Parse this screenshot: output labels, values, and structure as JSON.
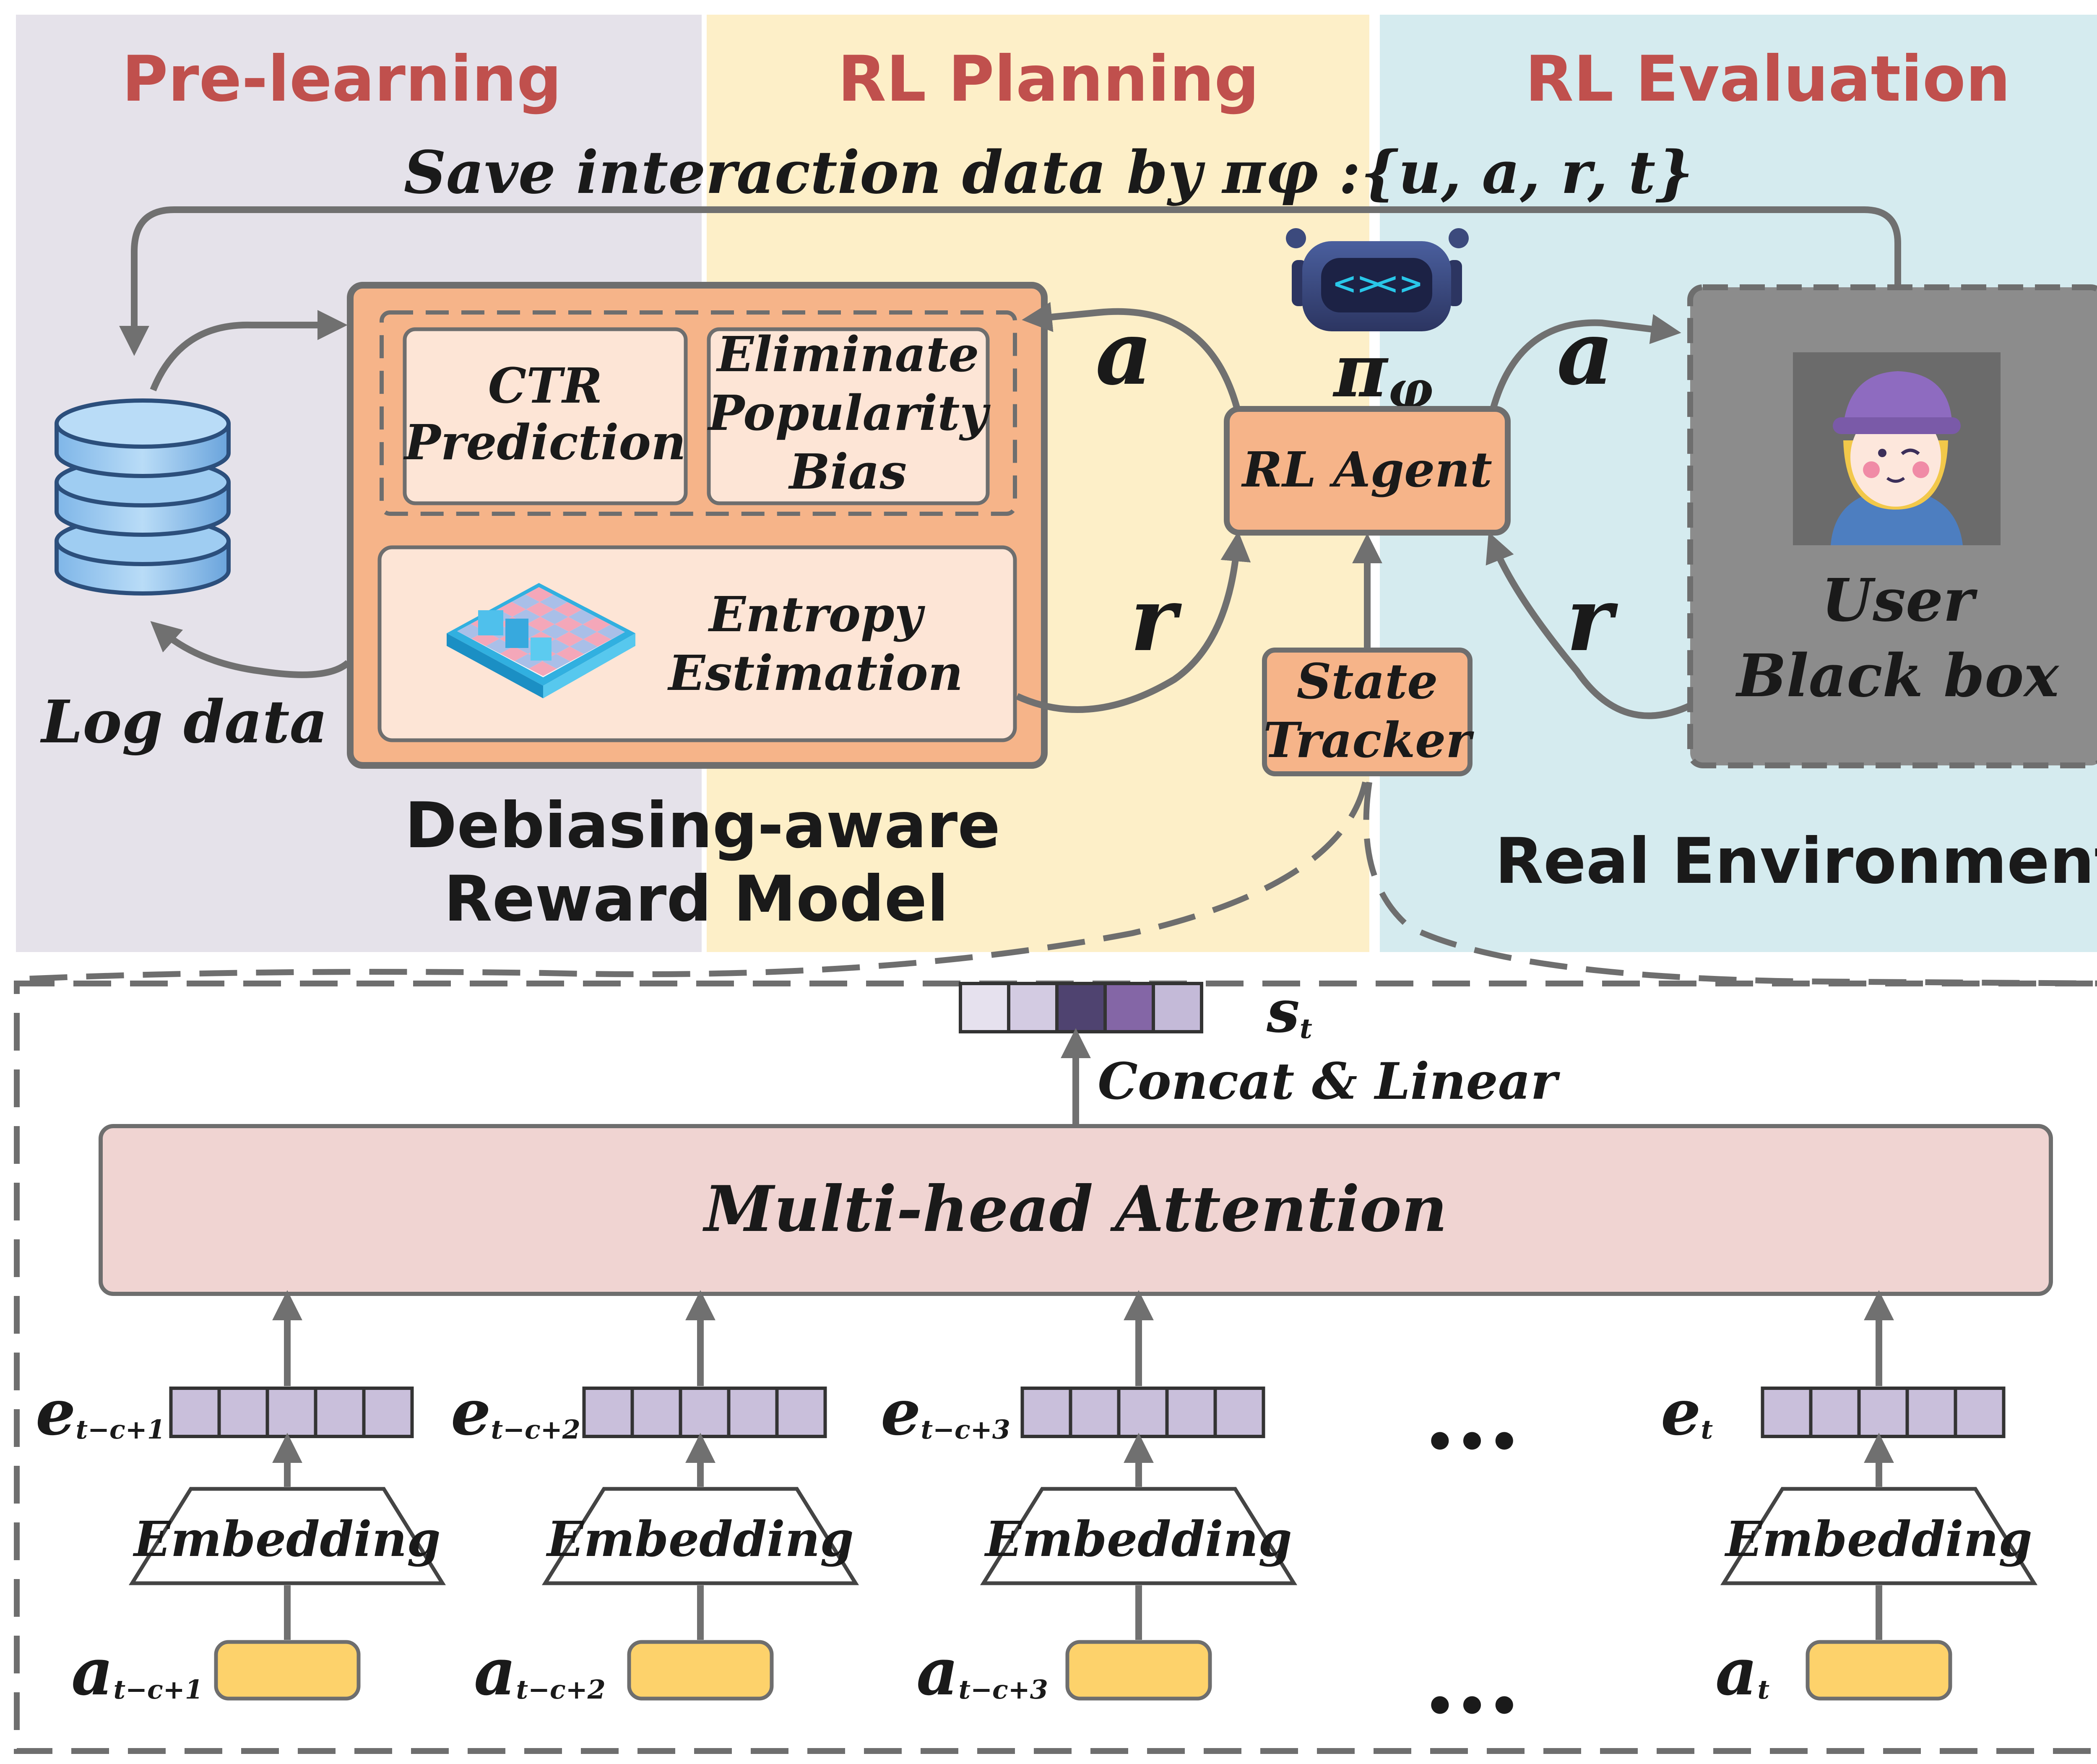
{
  "sections": {
    "pre_learning": "Pre-learning",
    "rl_planning": "RL Planning",
    "rl_evaluation": "RL Evaluation"
  },
  "colors": {
    "pre_learning_bg": "#e5e2ea",
    "rl_planning_bg": "#fdefc8",
    "rl_evaluation_bg": "#d5ebef",
    "section_title": "#c0504d",
    "reward_model_fill": "#f6b489",
    "agent_fill": "#f6b489",
    "attention_fill": "#f0d4d2",
    "action_item_fill": "#fdd26b",
    "embedding_cell": "#c9bfdb",
    "user_box_fill": "#8c8c8c"
  },
  "top_caption": "Save interaction data by πφ :{u, a, r, t}",
  "log_data_label": "Log data",
  "reward_model": {
    "ctr_line1": "CTR",
    "ctr_line2": "Prediction",
    "bias_line1": "Eliminate",
    "bias_line2": "Popularity",
    "bias_line3": "Bias",
    "entropy_line1": "Entropy",
    "entropy_line2": "Estimation",
    "title_line1": "Debiasing-aware",
    "title_line2": "Reward Model"
  },
  "agent": {
    "policy_symbol": "π",
    "policy_subscript": "φ",
    "label": "RL Agent",
    "state_tracker_line1": "State",
    "state_tracker_line2": "Tracker"
  },
  "arrows": {
    "action_left": "a",
    "reward_left": "r",
    "action_right": "a",
    "reward_right": "r"
  },
  "environment": {
    "user_line1": "User",
    "user_line2": "Black box",
    "title": "Real Environment"
  },
  "state_tracker_detail": {
    "state_symbol": "s",
    "state_subscript": "t",
    "state_vector_shades": [
      "#e6e1ee",
      "#d3cbe2",
      "#4f4370",
      "#8466a6",
      "#c4bad8"
    ],
    "concat_label": "Concat & Linear",
    "attention_label": "Multi-head Attention",
    "embedding_label": "Embedding",
    "ellipsis": "•••",
    "columns": [
      {
        "e_sub": "t−c+1",
        "a_sub": "t−c+1"
      },
      {
        "e_sub": "t−c+2",
        "a_sub": "t−c+2"
      },
      {
        "e_sub": "t−c+3",
        "a_sub": "t−c+3"
      },
      {
        "e_sub": "t",
        "a_sub": "t"
      }
    ],
    "e_symbol": "e",
    "a_symbol": "a"
  }
}
